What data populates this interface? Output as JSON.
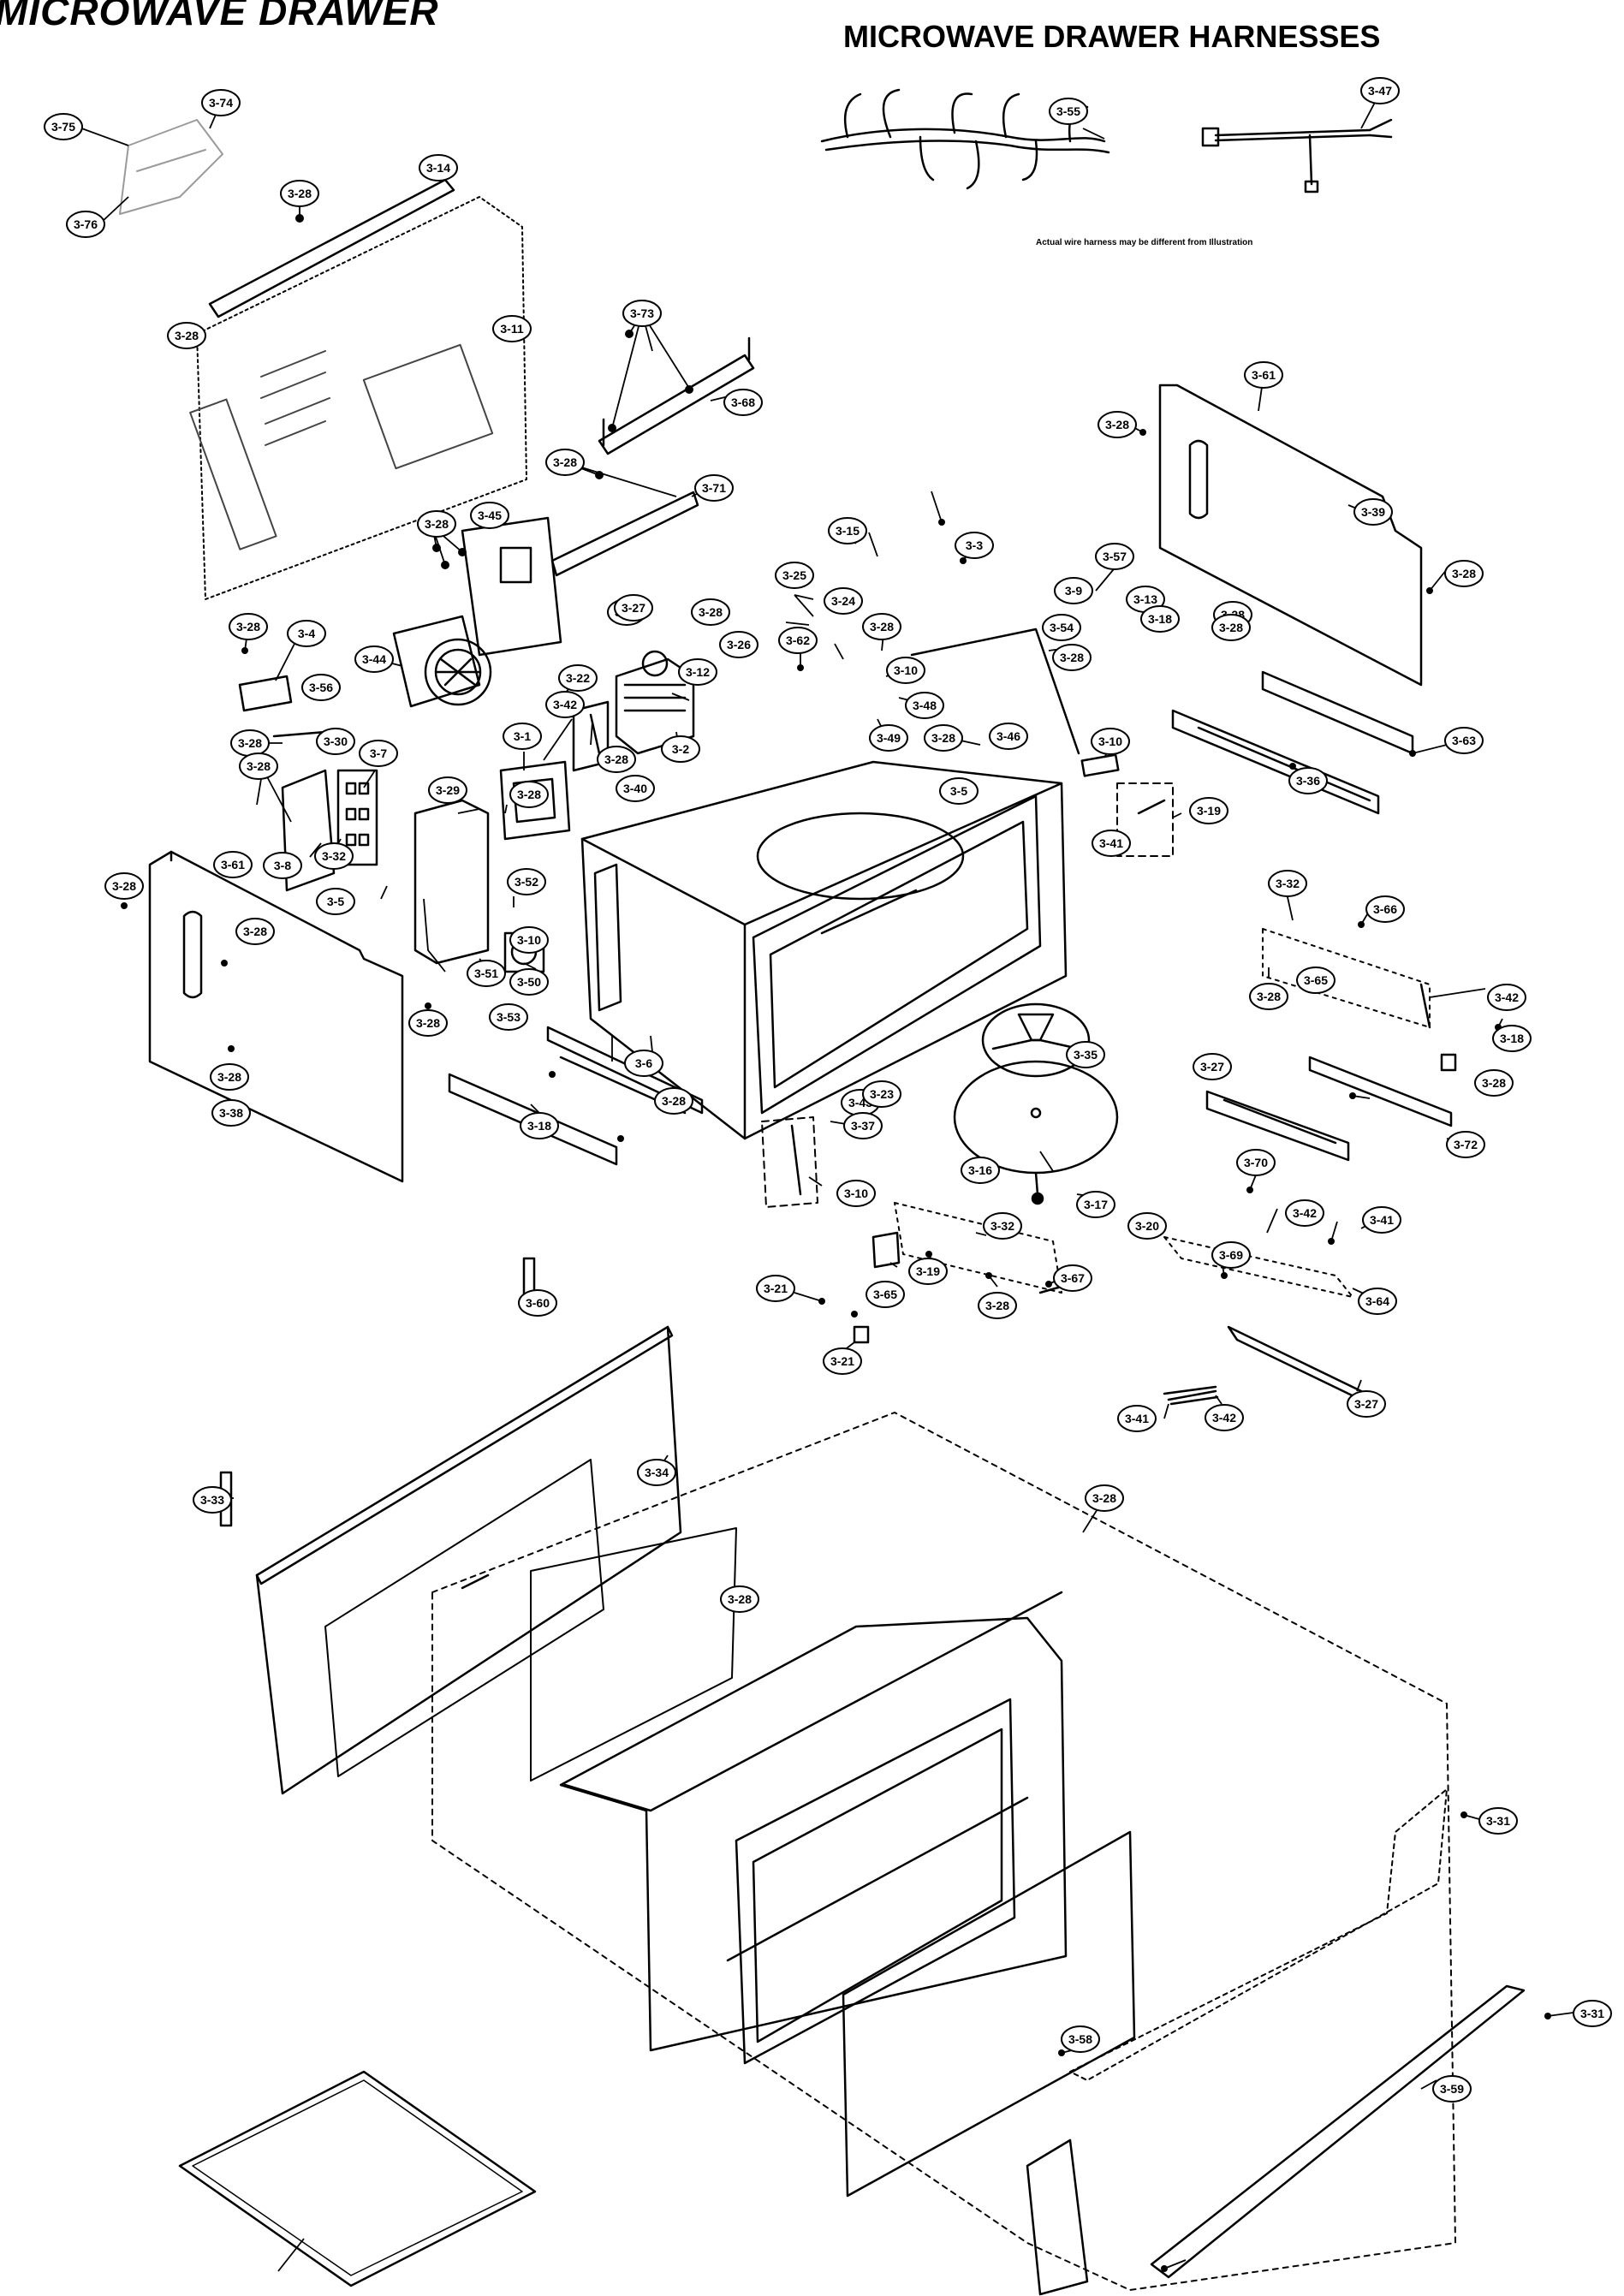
{
  "headings": {
    "main_title": "MICROWAVE DRAWER",
    "harness_title": "MICROWAVE DRAWER HARNESSES",
    "harness_note": "Actual wire harness may be different from Illustration"
  },
  "callouts": [
    {
      "label": "3-75"
    },
    {
      "label": "3-74"
    },
    {
      "label": "3-76"
    },
    {
      "label": "3-28"
    },
    {
      "label": "3-14"
    },
    {
      "label": "3-28"
    },
    {
      "label": "3-11"
    },
    {
      "label": "3-73"
    },
    {
      "label": "3-68"
    },
    {
      "label": "3-28"
    },
    {
      "label": "3-71"
    },
    {
      "label": "3-28"
    },
    {
      "label": "3-45"
    },
    {
      "label": "3-27"
    },
    {
      "label": "3-3"
    },
    {
      "label": "3-15"
    },
    {
      "label": "3-25"
    },
    {
      "label": "3-24"
    },
    {
      "label": "3-28"
    },
    {
      "label": "3-26"
    },
    {
      "label": "3-28"
    },
    {
      "label": "3-62"
    },
    {
      "label": "3-10"
    },
    {
      "label": "3-48"
    },
    {
      "label": "3-49"
    },
    {
      "label": "3-28"
    },
    {
      "label": "3-46"
    },
    {
      "label": "3-5"
    },
    {
      "label": "3-27"
    },
    {
      "label": "3-12"
    },
    {
      "label": "3-2"
    },
    {
      "label": "3-22"
    },
    {
      "label": "3-42"
    },
    {
      "label": "3-28"
    },
    {
      "label": "3-40"
    },
    {
      "label": "3-1"
    },
    {
      "label": "3-28"
    },
    {
      "label": "3-44"
    },
    {
      "label": "3-28"
    },
    {
      "label": "3-4"
    },
    {
      "label": "3-56"
    },
    {
      "label": "3-28"
    },
    {
      "label": "3-30"
    },
    {
      "label": "3-28"
    },
    {
      "label": "3-7"
    },
    {
      "label": "3-29"
    },
    {
      "label": "3-32"
    },
    {
      "label": "3-8"
    },
    {
      "label": "3-28"
    },
    {
      "label": "3-61"
    },
    {
      "label": "3-28"
    },
    {
      "label": "3-5"
    },
    {
      "label": "3-52"
    },
    {
      "label": "3-10"
    },
    {
      "label": "3-50"
    },
    {
      "label": "3-51"
    },
    {
      "label": "3-53"
    },
    {
      "label": "3-6"
    },
    {
      "label": "3-28"
    },
    {
      "label": "3-28"
    },
    {
      "label": "3-38"
    },
    {
      "label": "3-18"
    },
    {
      "label": "3-28"
    },
    {
      "label": "3-43"
    },
    {
      "label": "3-37"
    },
    {
      "label": "3-10"
    },
    {
      "label": "3-23"
    },
    {
      "label": "3-35"
    },
    {
      "label": "3-16"
    },
    {
      "label": "3-17"
    },
    {
      "label": "3-55"
    },
    {
      "label": "3-47"
    },
    {
      "label": "3-61"
    },
    {
      "label": "3-28"
    },
    {
      "label": "3-39"
    },
    {
      "label": "3-28"
    },
    {
      "label": "3-28"
    },
    {
      "label": "3-28"
    },
    {
      "label": "3-9"
    },
    {
      "label": "3-57"
    },
    {
      "label": "3-54"
    },
    {
      "label": "3-13"
    },
    {
      "label": "3-18"
    },
    {
      "label": "3-28"
    },
    {
      "label": "3-63"
    },
    {
      "label": "3-36"
    },
    {
      "label": "3-10"
    },
    {
      "label": "3-19"
    },
    {
      "label": "3-41"
    },
    {
      "label": "3-32"
    },
    {
      "label": "3-66"
    },
    {
      "label": "3-42"
    },
    {
      "label": "3-28"
    },
    {
      "label": "3-65"
    },
    {
      "label": "3-18"
    },
    {
      "label": "3-28"
    },
    {
      "label": "3-27"
    },
    {
      "label": "3-72"
    },
    {
      "label": "3-70"
    },
    {
      "label": "3-42"
    },
    {
      "label": "3-41"
    },
    {
      "label": "3-20"
    },
    {
      "label": "3-69"
    },
    {
      "label": "3-64"
    },
    {
      "label": "3-27"
    },
    {
      "label": "3-42"
    },
    {
      "label": "3-41"
    },
    {
      "label": "3-32"
    },
    {
      "label": "3-19"
    },
    {
      "label": "3-67"
    },
    {
      "label": "3-28"
    },
    {
      "label": "3-65"
    },
    {
      "label": "3-21"
    },
    {
      "label": "3-21"
    },
    {
      "label": "3-60"
    },
    {
      "label": "3-33"
    },
    {
      "label": "3-34"
    },
    {
      "label": "3-28"
    },
    {
      "label": "3-28"
    },
    {
      "label": "3-31"
    },
    {
      "label": "3-58"
    },
    {
      "label": "3-31"
    },
    {
      "label": "3-59"
    }
  ],
  "colors": {
    "ink": "#000000",
    "paper": "#ffffff",
    "shade": "#9a9a9a"
  }
}
